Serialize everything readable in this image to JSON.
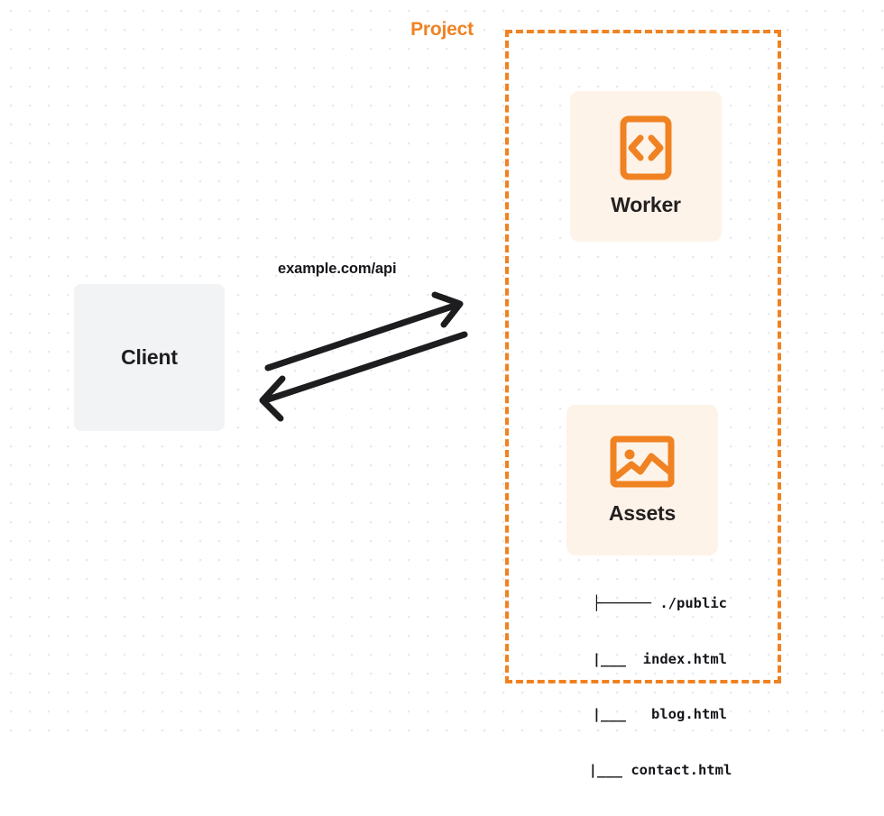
{
  "diagram": {
    "title": "Client to Project request flow",
    "background": {
      "color": "#ffffff",
      "dot_color": "#e8e8ea",
      "dot_spacing": 21
    },
    "colors": {
      "orange": "#f08222",
      "card_bg": "#fdf3e8",
      "client_bg": "#f2f3f5",
      "arrow": "#1d1d1f",
      "text": "#15161a"
    }
  },
  "client": {
    "label": "Client",
    "icon": "client-box"
  },
  "connection": {
    "label": "example.com/api",
    "request_arrow_icon": "arrow-right-up-icon",
    "response_arrow_icon": "arrow-left-down-icon"
  },
  "project": {
    "title": "Project",
    "border_style": "dashed",
    "nodes": [
      {
        "id": "worker",
        "label": "Worker",
        "icon": "code-brackets-icon"
      },
      {
        "id": "assets",
        "label": "Assets",
        "icon": "image-icon"
      }
    ],
    "file_tree": {
      "rows": [
        "├────── ./public",
        "     |___  index.html",
        "     |___   blog.html",
        "     |___ contact.html"
      ],
      "root": "./public",
      "files": [
        "index.html",
        "blog.html",
        "contact.html"
      ]
    }
  }
}
